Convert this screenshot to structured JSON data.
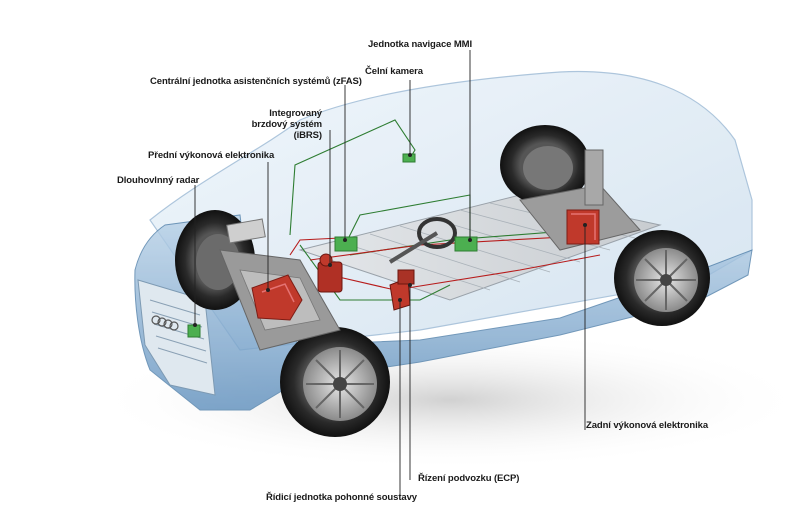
{
  "labels": {
    "mmi": "Jednotka navigace MMI",
    "zfas": "Centrální jednotka asistenčních systémů (zFAS)",
    "camera": "Čelní kamera",
    "ibrs": "Integrovaný brzdový systém (iBRS)",
    "front_power": "Přední výkonová elektronika",
    "radar": "Dlouhovlnný radar",
    "rear_power": "Zadní výkonová elektronika",
    "ecp": "Řízení podvozku (ECP)",
    "drive_unit": "Řídicí jednotka pohonné soustavy"
  },
  "colors": {
    "body_glass": "#d6e6f2",
    "body_blue": "#6f9fc9",
    "component_red": "#c0392b",
    "component_green": "#4caf50",
    "wire_green": "#2e7d32",
    "wire_red": "#b71c1c",
    "leader": "#222222"
  }
}
